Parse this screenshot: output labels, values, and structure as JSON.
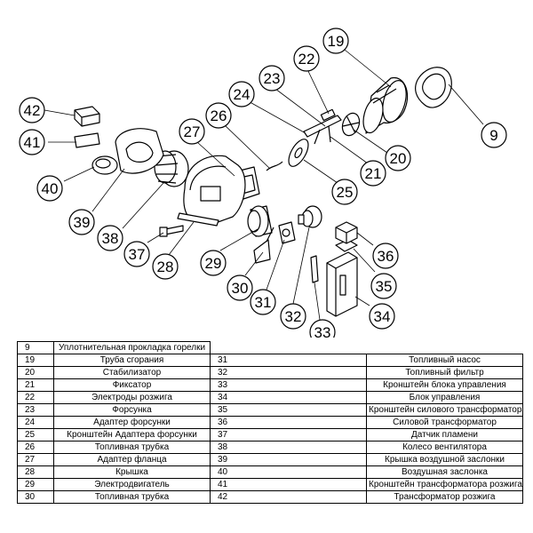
{
  "callouts": [
    "9",
    "19",
    "20",
    "21",
    "22",
    "23",
    "24",
    "25",
    "26",
    "27",
    "28",
    "29",
    "30",
    "31",
    "32",
    "33",
    "34",
    "35",
    "36",
    "37",
    "38",
    "39",
    "40",
    "41",
    "42"
  ],
  "table": {
    "left": [
      {
        "num": "9",
        "name": "Уплотнительная прокладка горелки"
      },
      {
        "num": "19",
        "name": "Труба сгорания"
      },
      {
        "num": "20",
        "name": "Стабилизатор"
      },
      {
        "num": "21",
        "name": "Фиксатор"
      },
      {
        "num": "22",
        "name": "Электроды розжига"
      },
      {
        "num": "23",
        "name": "Форсунка"
      },
      {
        "num": "24",
        "name": "Адаптер форсунки"
      },
      {
        "num": "25",
        "name": "Кронштейн Адаптера форсунки"
      },
      {
        "num": "26",
        "name": "Топливная трубка"
      },
      {
        "num": "27",
        "name": "Адаптер фланца"
      },
      {
        "num": "28",
        "name": "Крышка"
      },
      {
        "num": "29",
        "name": "Электродвигатель"
      },
      {
        "num": "30",
        "name": "Топливная трубка"
      }
    ],
    "right": [
      {
        "num": "31",
        "name": "Топливный насос"
      },
      {
        "num": "32",
        "name": "Топливный фильтр"
      },
      {
        "num": "33",
        "name": "Кронштейн блока управления"
      },
      {
        "num": "34",
        "name": "Блок управления"
      },
      {
        "num": "35",
        "name": "Кронштейн  силового трансформатора"
      },
      {
        "num": "36",
        "name": "Силовой трансформатор"
      },
      {
        "num": "37",
        "name": "Датчик пламени"
      },
      {
        "num": "38",
        "name": "Колесо вентилятора"
      },
      {
        "num": "39",
        "name": "Крышка воздушной заслонки"
      },
      {
        "num": "40",
        "name": "Воздушная заслонка"
      },
      {
        "num": "41",
        "name": "Кронштейн  трансформатора розжига"
      },
      {
        "num": "42",
        "name": "Трансформатор розжига"
      }
    ]
  }
}
